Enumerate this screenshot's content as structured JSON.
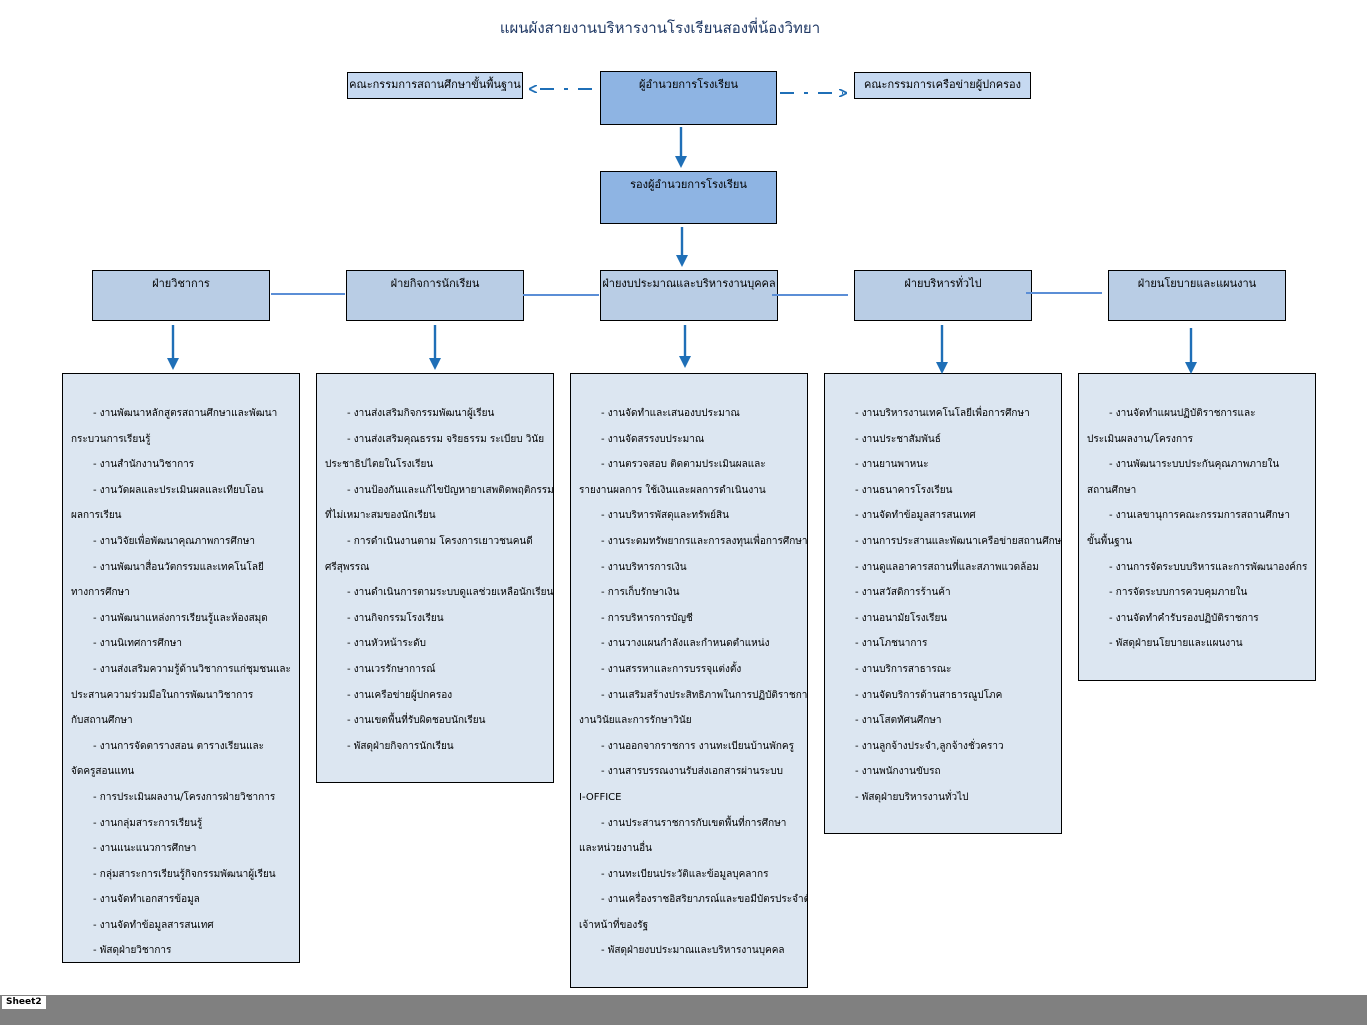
{
  "title": "แผนผังสายงานบริหารงานโรงเรียนสองพี่น้องวิทยา",
  "top": {
    "left_box": "คณะกรรมการสถานศึกษาขั้นพื้นฐาน",
    "director": "ผู้อำนวยการโรงเรียน",
    "right_box": "คณะกรรมการเครือข่ายผู้ปกครอง",
    "deputy": "รองผู้อำนวยการโรงเรียน"
  },
  "departments": [
    {
      "name": "ฝ่ายวิชาการ",
      "tasks": [
        "- งานพัฒนาหลักสูตรสถานศึกษาและพัฒนา",
        "กระบวนการเรียนรู้",
        "- งานสำนักงานวิชาการ",
        "- งานวัดผลและประเมินผลและเทียบโอน",
        "ผลการเรียน",
        "- งานวิจัยเพื่อพัฒนาคุณภาพการศึกษา",
        "- งานพัฒนาสื่อนวัตกรรมและเทคโนโลยี",
        "ทางการศึกษา",
        "- งานพัฒนาแหล่งการเรียนรู้และห้องสมุด",
        "- งานนิเทศการศึกษา",
        "- งานส่งเสริมความรู้ด้านวิชาการแก่ชุมชนและ",
        "ประสานความร่วมมือในการพัฒนาวิชาการ",
        "กับสถานศึกษา",
        "- งานการจัดตารางสอน ตารางเรียนและ",
        "จัดครูสอนแทน",
        "- การประเมินผลงาน/โครงการฝ่ายวิชาการ",
        "- งานกลุ่มสาระการเรียนรู้",
        "- งานแนะแนวการศึกษา",
        "- กลุ่มสาระการเรียนรู้กิจกรรมพัฒนาผู้เรียน",
        "- งานจัดทำเอกสารข้อมูล",
        "- งานจัดทำข้อมูลสารสนเทศ",
        "- พัสดุฝ่ายวิชาการ"
      ]
    },
    {
      "name": "ฝ่ายกิจการนักเรียน",
      "tasks": [
        "- งานส่งเสริมกิจกรรมพัฒนาผู้เรียน",
        "- งานส่งเสริมคุณธรรม จริยธรรม ระเบียบ วินัย",
        "ประชาธิปไตยในโรงเรียน",
        "- งานป้องกันและแก้ไขปัญหายาเสพติดพฤติกรรม",
        "ที่ไม่เหมาะสมของนักเรียน",
        "- การดำเนินงานตาม โครงการเยาวชนคนดี",
        "ศรีสุพรรณ",
        "- งานดำเนินการตามระบบดูแลช่วยเหลือนักเรียน",
        "- งานกิจกรรมโรงเรียน",
        "- งานหัวหน้าระดับ",
        "- งานเวรรักษาการณ์",
        "- งานเครือข่ายผู้ปกครอง",
        "- งานเขตพื้นที่รับผิดชอบนักเรียน",
        "- พัสดุฝ่ายกิจการนักเรียน"
      ]
    },
    {
      "name": "ฝ่ายงบประมาณและบริหารงานบุคคล",
      "tasks": [
        "- งานจัดทำและเสนองบประมาณ",
        "- งานจัดสรรงบประมาณ",
        "- งานตรวจสอบ ติดตามประเมินผลและ",
        "รายงานผลการ ใช้เงินและผลการดำเนินงาน",
        "- งานบริหารพัสดุและทรัพย์สิน",
        "- งานระดมทรัพยากรและการลงทุนเพื่อการศึกษา",
        "- งานบริหารการเงิน",
        "- การเก็บรักษาเงิน",
        "- การบริหารการบัญชี",
        "- งานวางแผนกำลังและกำหนดตำแหน่ง",
        "- งานสรรหาและการบรรจุแต่งตั้ง",
        "- งานเสริมสร้างประสิทธิภาพในการปฏิบัติราชการ",
        "งานวินัยและการรักษาวินัย",
        "- งานออกจากราชการ งานทะเบียนบ้านพักครู",
        "- งานสารบรรณงานรับส่งเอกสารผ่านระบบ",
        "I-OFFICE",
        "- งานประสานราชการกับเขตพื้นที่การศึกษา",
        "และหน่วยงานอื่น",
        "- งานทะเบียนประวัติและข้อมูลบุคลากร",
        "- งานเครื่องราชอิสริยาภรณ์และขอมีบัตรประจำตัว",
        "เจ้าหน้าที่ของรัฐ",
        "- พัสดุฝ่ายงบประมาณและบริหารงานบุคคล"
      ]
    },
    {
      "name": "ฝ่ายบริหารทั่วไป",
      "tasks": [
        "- งานบริหารงานเทคโนโลยีเพื่อการศึกษา",
        "- งานประชาสัมพันธ์",
        "- งานยานพาหนะ",
        "- งานธนาคารโรงเรียน",
        "- งานจัดทำข้อมูลสารสนเทศ",
        "- งานการประสานและพัฒนาเครือข่ายสถานศึกษา",
        "- งานดูแลอาคารสถานที่และสภาพแวดล้อม",
        "- งานสวัสดิการร้านค้า",
        "- งานอนามัยโรงเรียน",
        "- งานโภชนาการ",
        "- งานบริการสาธารณะ",
        "- งานจัดบริการด้านสาธารณูปโภค",
        "- งานโสตทัศนศึกษา",
        "- งานลูกจ้างประจำ,ลูกจ้างชั่วคราว",
        "- งานพนักงานขับรถ",
        "- พัสดุฝ่ายบริหารงานทั่วไป"
      ]
    },
    {
      "name": "ฝ่ายนโยบายและแผนงาน",
      "tasks": [
        "- งานจัดทำแผนปฏิบัติราชการและ",
        "ประเมินผลงาน/โครงการ",
        "- งานพัฒนาระบบประกันคุณภาพภายใน",
        "สถานศึกษา",
        "- งานเลขานุการคณะกรรมการสถานศึกษา",
        "ขั้นพื้นฐาน",
        "- งานการจัดระบบบริหารและการพัฒนาองค์กร",
        "- การจัดระบบการควบคุมภายใน",
        "- งานจัดทำคำรับรองปฏิบัติราชการ",
        "- พัสดุฝ่ายนโยบายและแผนงาน"
      ]
    }
  ],
  "sheet_tab": "Sheet2",
  "colors": {
    "arrow": "#1f6fb7",
    "director_fill": "#8eb4e3",
    "dept_fill": "#b9cde5",
    "panel_fill": "#dce6f1",
    "side_fill": "#c6d9f1",
    "footer": "#808080"
  }
}
